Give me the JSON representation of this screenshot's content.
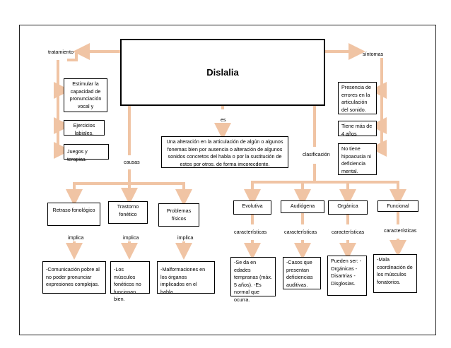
{
  "title": "Dislalia",
  "labels": {
    "tratamiento": "tratamiento",
    "sintomas": "síntomas",
    "es": "es",
    "causas": "causas",
    "clasificacion": "clasificación",
    "implica": "implica",
    "caracteristicas": "características"
  },
  "definition": "Una alteración en la articulación de algún o algunos fonemas bien por ausencia o alteración de algunos sonidos concretos del habla o por la sustitución de estos por otros. de forma imcorecdente.",
  "tratamiento_items": [
    "Estimular la capacidad de pronunciación vocal y",
    "Ejercicios labiales.",
    "Juegos y terapias."
  ],
  "sintomas_items": [
    "Presencia de errores en la articulación del sonido.",
    "Tiene más de 4 años",
    "No tiene hipoacusia ni deficiencia mental."
  ],
  "causas_items": [
    {
      "name": "Retraso fonológico",
      "detail": "-Comunicación pobre al no poder pronunciar expresiones complejas."
    },
    {
      "name": "Trastorno fonético",
      "detail": "-Los músculos fonéticos no funcionan bien."
    },
    {
      "name": "Problemas físicos",
      "detail": "-Malformaciones en los órganos implicados en el habla."
    }
  ],
  "clasificacion_items": [
    {
      "name": "Evolutiva",
      "detail": "-Se da en edades tempranas (máx. 5 años). -Es normal que ocurra."
    },
    {
      "name": "Audiógena",
      "detail": "-Casos que presentan deficiencias auditivas."
    },
    {
      "name": "Orgánica",
      "detail": "Pueden ser: -Orgánicas -Disartrias -Disglosias."
    },
    {
      "name": "Funcional",
      "detail": "-Mala coordinación de los músculos fonatorios."
    }
  ],
  "colors": {
    "arrow": "#f0c4a4",
    "border": "#000000"
  }
}
